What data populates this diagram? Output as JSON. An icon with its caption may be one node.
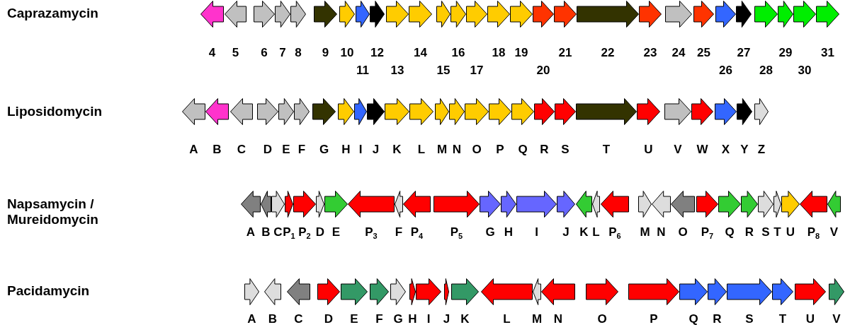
{
  "diagram": {
    "nodes": [
      {
        "text": [],
        "shape": "arrow",
        "beside": [
          "4"
        ]
      },
      {
        "text": [],
        "shape": "arrow",
        "beside": [
          "5"
        ]
      },
      {
        "text": [],
        "shape": "arrow",
        "beside": [
          "6"
        ]
      },
      {
        "text": [],
        "shape": "arrow",
        "beside": [
          "7"
        ]
      },
      {
        "text": [],
        "shape": "arrow",
        "beside": [
          "8"
        ]
      },
      {
        "text": [],
        "shape": "arrow",
        "beside": [
          "9"
        ]
      },
      {
        "text": [],
        "shape": "arrow",
        "beside": [
          "10"
        ]
      },
      {
        "text": [],
        "shape": "arrow",
        "beside": [
          "11"
        ]
      },
      {
        "text": [],
        "shape": "arrow",
        "beside": [
          "12"
        ]
      },
      {
        "text": [],
        "shape": "arrow",
        "beside": [
          "13"
        ]
      },
      {
        "text": [],
        "shape": "arrow",
        "beside": [
          "14"
        ]
      },
      {
        "text": [],
        "shape": "arrow",
        "beside": [
          "15"
        ]
      },
      {
        "text": [],
        "shape": "arrow",
        "beside": [
          "16"
        ]
      },
      {
        "text": [],
        "shape": "arrow",
        "beside": [
          "17"
        ]
      },
      {
        "text": [],
        "shape": "arrow",
        "beside": [
          "18"
        ]
      },
      {
        "text": [],
        "shape": "arrow",
        "beside": [
          "19"
        ]
      },
      {
        "text": [],
        "shape": "arrow",
        "beside": [
          "20"
        ]
      },
      {
        "text": [],
        "shape": "arrow",
        "beside": [
          "21"
        ]
      },
      {
        "text": [],
        "shape": "arrow",
        "beside": [
          "22"
        ]
      },
      {
        "text": [],
        "shape": "arrow",
        "beside": [
          "23"
        ]
      },
      {
        "text": [],
        "shape": "arrow",
        "beside": [
          "24"
        ]
      },
      {
        "text": [],
        "shape": "arrow",
        "beside": [
          "25"
        ]
      },
      {
        "text": [],
        "shape": "arrow",
        "beside": [
          "26"
        ]
      },
      {
        "text": [],
        "shape": "arrow",
        "beside": [
          "27"
        ]
      },
      {
        "text": [],
        "shape": "arrow",
        "beside": [
          "28"
        ]
      },
      {
        "text": [],
        "shape": "arrow",
        "beside": [
          "29"
        ]
      },
      {
        "text": [],
        "shape": "arrow",
        "beside": [
          "30"
        ]
      },
      {
        "text": [],
        "shape": "arrow",
        "beside": [
          "31"
        ]
      },
      {
        "text": [],
        "shape": "arrow",
        "beside": [
          "A"
        ]
      },
      {
        "text": [],
        "shape": "arrow",
        "beside": [
          "B"
        ]
      },
      {
        "text": [],
        "shape": "arrow",
        "beside": [
          "C"
        ]
      },
      {
        "text": [],
        "shape": "arrow",
        "beside": [
          "D"
        ]
      },
      {
        "text": [],
        "shape": "arrow",
        "beside": [
          "E"
        ]
      },
      {
        "text": [],
        "shape": "arrow",
        "beside": [
          "F"
        ]
      },
      {
        "text": [],
        "shape": "arrow",
        "beside": [
          "G"
        ]
      },
      {
        "text": [],
        "shape": "arrow",
        "beside": [
          "H"
        ]
      },
      {
        "text": [],
        "shape": "arrow",
        "beside": [
          "I"
        ]
      },
      {
        "text": [],
        "shape": "arrow",
        "beside": [
          "J"
        ]
      },
      {
        "text": [],
        "shape": "arrow",
        "beside": [
          "K"
        ]
      },
      {
        "text": [],
        "shape": "arrow",
        "beside": [
          "L"
        ]
      },
      {
        "text": [],
        "shape": "arrow",
        "beside": [
          "M"
        ]
      },
      {
        "text": [],
        "shape": "arrow",
        "beside": [
          "N"
        ]
      },
      {
        "text": [],
        "shape": "arrow",
        "beside": [
          "O"
        ]
      },
      {
        "text": [],
        "shape": "arrow",
        "beside": [
          "P"
        ]
      },
      {
        "text": [],
        "shape": "arrow",
        "beside": [
          "Q"
        ]
      },
      {
        "text": [],
        "shape": "arrow",
        "beside": [
          "R"
        ]
      },
      {
        "text": [],
        "shape": "arrow",
        "beside": [
          "S"
        ]
      },
      {
        "text": [],
        "shape": "arrow",
        "beside": [
          "T"
        ]
      },
      {
        "text": [],
        "shape": "arrow",
        "beside": [
          "U"
        ]
      },
      {
        "text": [],
        "shape": "arrow",
        "beside": [
          "V"
        ]
      },
      {
        "text": [],
        "shape": "arrow",
        "beside": [
          "W"
        ]
      },
      {
        "text": [],
        "shape": "arrow",
        "beside": [
          "X"
        ]
      },
      {
        "text": [],
        "shape": "arrow",
        "beside": [
          "Y"
        ]
      },
      {
        "text": [],
        "shape": "arrow",
        "beside": [
          "Z"
        ]
      },
      {
        "text": [],
        "shape": "arrow",
        "beside": [
          "A"
        ]
      },
      {
        "text": [],
        "shape": "arrow",
        "beside": [
          "B"
        ]
      },
      {
        "text": [],
        "shape": "arrow",
        "beside": [
          "C"
        ]
      },
      {
        "text": [],
        "shape": "arrow",
        "beside": [
          "P$_{1}$"
        ]
      },
      {
        "text": [],
        "shape": "arrow",
        "beside": [
          "P$_{2}$"
        ]
      },
      {
        "text": [],
        "shape": "arrow",
        "beside": [
          "D"
        ]
      },
      {
        "text": [],
        "shape": "arrow",
        "beside": [
          "E"
        ]
      },
      {
        "text": [],
        "shape": "arrow",
        "beside": [
          "P$_{3}$"
        ]
      },
      {
        "text": [],
        "shape": "arrow",
        "beside": [
          "F"
        ]
      },
      {
        "text": [],
        "shape": "arrow",
        "beside": [
          "P$_{4}$"
        ]
      },
      {
        "text": [],
        "shape": "arrow",
        "beside": [
          "P$_{5}$"
        ]
      },
      {
        "text": [],
        "shape": "arrow",
        "beside": [
          "G"
        ]
      },
      {
        "text": [],
        "shape": "arrow",
        "beside": [
          "H"
        ]
      },
      {
        "text": [],
        "shape": "arrow",
        "beside": [
          "I"
        ]
      },
      {
        "text": [],
        "shape": "arrow",
        "beside": [
          "J"
        ]
      },
      {
        "text": [],
        "shape": "arrow",
        "beside": [
          "K"
        ]
      },
      {
        "text": [],
        "shape": "arrow",
        "beside": [
          "L"
        ]
      },
      {
        "text": [],
        "shape": "arrow",
        "beside": [
          "P$_{6}$"
        ]
      },
      {
        "text": [],
        "shape": "arrow",
        "beside": [
          "M"
        ]
      },
      {
        "text": [],
        "shape": "arrow",
        "beside": [
          "N"
        ]
      },
      {
        "text": [],
        "shape": "arrow",
        "beside": [
          "O"
        ]
      },
      {
        "text": [],
        "shape": "arrow",
        "beside": [
          "P$_{7}$"
        ]
      },
      {
        "text": [],
        "shape": "arrow",
        "beside": [
          "Q"
        ]
      },
      {
        "text": [],
        "shape": "arrow",
        "beside": [
          "R"
        ]
      },
      {
        "text": [],
        "shape": "arrow",
        "beside": [
          "S"
        ]
      },
      {
        "text": [],
        "shape": "arrow",
        "beside": [
          "T"
        ]
      },
      {
        "text": [],
        "shape": "arrow",
        "beside": [
          "U"
        ]
      },
      {
        "text": [],
        "shape": "arrow",
        "beside": [
          "P$_{8}$"
        ]
      },
      {
        "text": [],
        "shape": "arrow",
        "beside": [
          "V"
        ]
      },
      {
        "text": [],
        "shape": "arrow",
        "beside": [
          "A"
        ]
      },
      {
        "text": [],
        "shape": "arrow",
        "beside": [
          "B"
        ]
      },
      {
        "text": [],
        "shape": "arrow",
        "beside": [
          "C"
        ]
      },
      {
        "text": [],
        "shape": "arrow",
        "beside": [
          "D"
        ]
      },
      {
        "text": [],
        "shape": "arrow",
        "beside": [
          "E"
        ]
      },
      {
        "text": [],
        "shape": "arrow",
        "beside": [
          "F"
        ]
      },
      {
        "text": [],
        "shape": "arrow",
        "beside": [
          "G"
        ]
      },
      {
        "text": [],
        "shape": "arrow",
        "beside": [
          "H"
        ]
      },
      {
        "text": [],
        "shape": "arrow",
        "beside": [
          "I"
        ]
      },
      {
        "text": [],
        "shape": "arrow",
        "beside": [
          "J"
        ]
      },
      {
        "text": [],
        "shape": "arrow",
        "beside": [
          "K"
        ]
      },
      {
        "text": [],
        "shape": "arrow",
        "beside": [
          "L"
        ]
      },
      {
        "text": [],
        "shape": "arrow",
        "beside": [
          "M"
        ]
      },
      {
        "text": [],
        "shape": "arrow",
        "beside": [
          "N"
        ]
      },
      {
        "text": [],
        "shape": "arrow",
        "beside": [
          "O"
        ]
      },
      {
        "text": [],
        "shape": "arrow",
        "beside": [
          "P"
        ]
      },
      {
        "text": [],
        "shape": "arrow",
        "beside": [
          "Q"
        ]
      },
      {
        "text": [],
        "shape": "arrow",
        "beside": [
          "R"
        ]
      },
      {
        "text": [],
        "shape": "arrow",
        "beside": [
          "S"
        ]
      },
      {
        "text": [],
        "shape": "arrow",
        "beside": [
          "T"
        ]
      },
      {
        "text": [],
        "shape": "arrow",
        "beside": [
          "U"
        ]
      },
      {
        "text": [],
        "shape": "arrow",
        "beside": [
          "V"
        ]
      }
    ],
    "labels": [
      "Caprazamycin",
      "Liposidomycin",
      "Napsamycin / Mureidomycin",
      "Pacidamycin"
    ]
  }
}
